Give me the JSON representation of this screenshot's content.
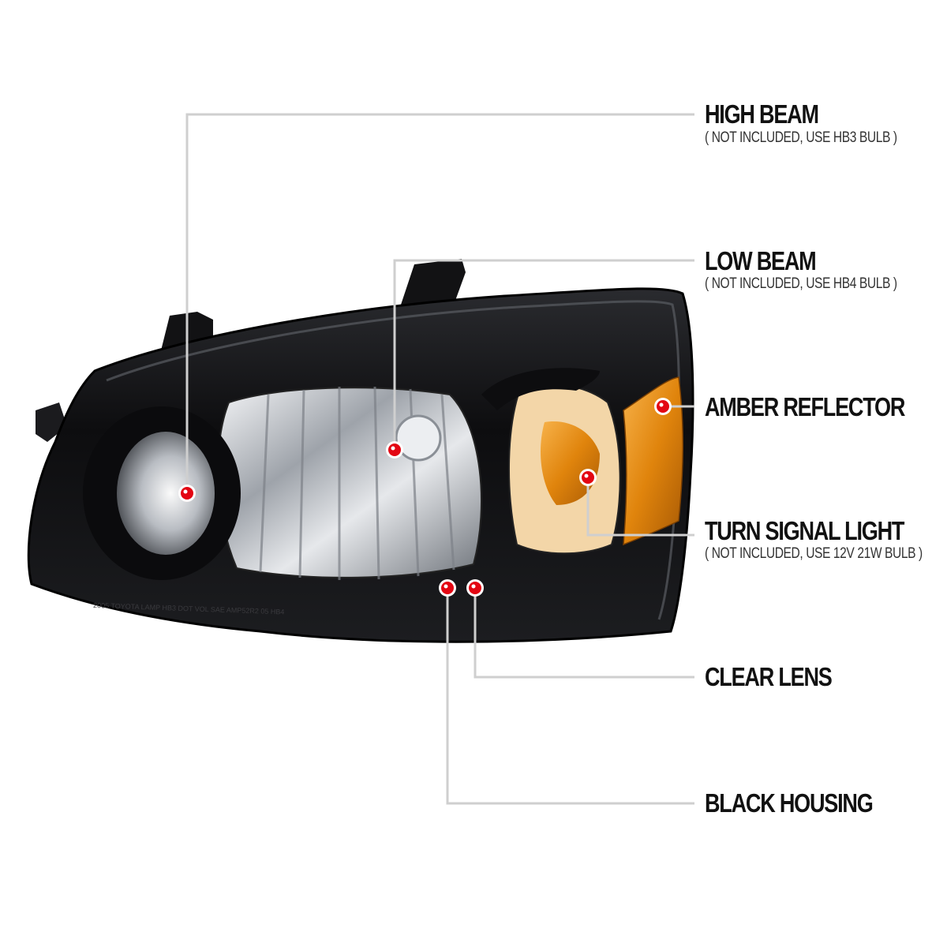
{
  "colors": {
    "background": "#ffffff",
    "housing": "#0d0d0f",
    "chrome": "#c9ccd1",
    "amber": "#e0840c",
    "leader_line": "#cfcfcf",
    "marker": "#e30613",
    "text": "#111111"
  },
  "product": {
    "part_name": "headlight assembly",
    "housing_stamp": "2005 TOYOTA LAMP HB3  DOT VOL SAE AMP52R2 05 HB4"
  },
  "callouts": [
    {
      "id": "high-beam",
      "label": "HIGH BEAM",
      "note": "( NOT INCLUDED, USE  HB3  BULB )"
    },
    {
      "id": "low-beam",
      "label": "LOW BEAM",
      "note": "( NOT INCLUDED, USE  HB4  BULB )"
    },
    {
      "id": "amber-reflector",
      "label": "AMBER REFLECTOR",
      "note": ""
    },
    {
      "id": "turn-signal-light",
      "label": "TURN SIGNAL LIGHT",
      "note": "( NOT INCLUDED, USE  12V 21W  BULB )"
    },
    {
      "id": "clear-lens",
      "label": "CLEAR LENS",
      "note": ""
    },
    {
      "id": "black-housing",
      "label": "BLACK HOUSING",
      "note": ""
    }
  ]
}
